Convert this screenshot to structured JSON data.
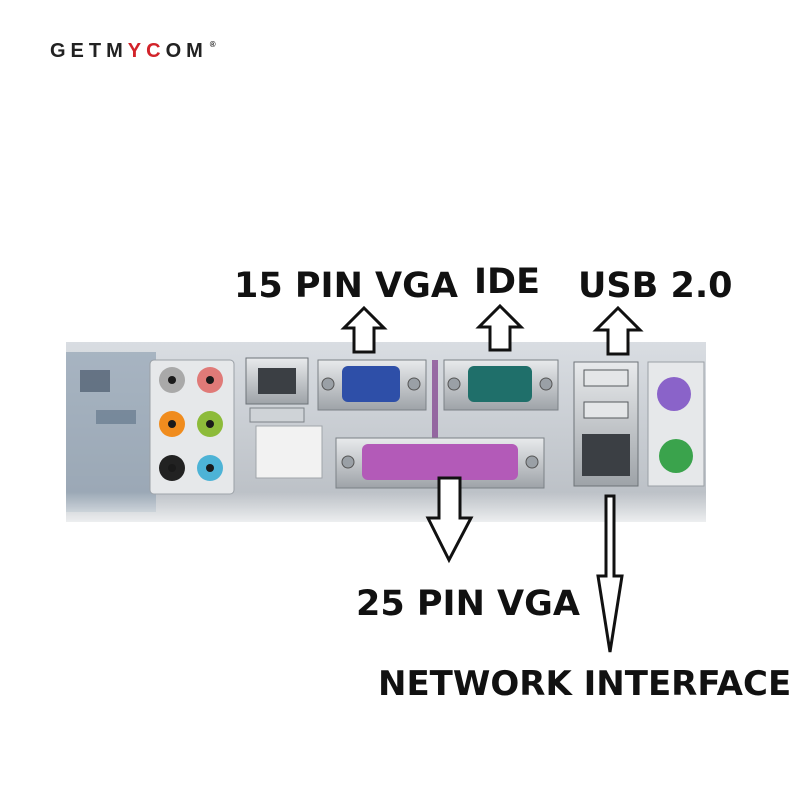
{
  "logo": {
    "part1": "GETM",
    "accent": "YC",
    "part2": "OM",
    "registered": "®",
    "accent_color": "#d2232a"
  },
  "labels": {
    "vga15": "15 PIN VGA",
    "ide": "IDE",
    "usb": "USB 2.0",
    "vga25": "25 PIN VGA",
    "network": "NETWORK INTERFACE"
  },
  "colors": {
    "panel": "#c9cdd2",
    "vga_blue": "#2e4fa8",
    "serial_teal": "#1f6f6a",
    "parallel_purple": "#b35ab8",
    "ps2_mouse": "#8a63c9",
    "ps2_keyboard": "#3aa34c",
    "audio": [
      "#a9a9a9",
      "#e07a78",
      "#f08c1e",
      "#8dbb3a",
      "#222222",
      "#4db3d6"
    ]
  },
  "icons": [
    "up-arrow-icon",
    "down-arrow-icon"
  ]
}
